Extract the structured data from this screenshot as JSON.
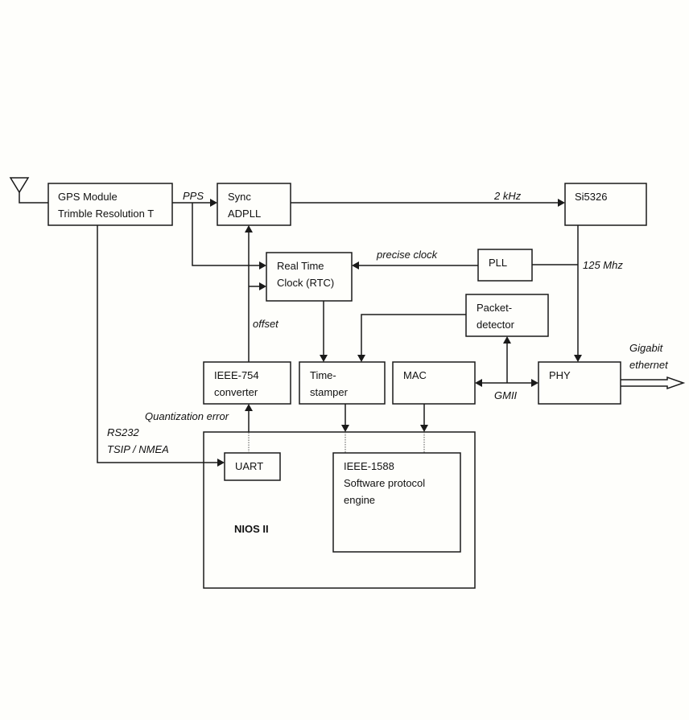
{
  "diagram": {
    "blocks": {
      "gps": {
        "line1": "GPS Module",
        "line2": "Trimble Resolution T"
      },
      "adpll": {
        "line1": "Sync",
        "line2": "ADPLL"
      },
      "si5326": {
        "line1": "Si5326"
      },
      "rtc": {
        "line1": "Real Time",
        "line2": "Clock (RTC)"
      },
      "pll": {
        "line1": "PLL"
      },
      "packet_detector": {
        "line1": "Packet-",
        "line2": "detector"
      },
      "ieee754": {
        "line1": "IEEE-754",
        "line2": "converter"
      },
      "timestamper": {
        "line1": "Time-",
        "line2": "stamper"
      },
      "mac": {
        "line1": "MAC"
      },
      "phy": {
        "line1": "PHY"
      },
      "nios": {
        "line1": "NIOS II"
      },
      "uart": {
        "line1": "UART"
      },
      "ieee1588": {
        "line1": "IEEE-1588",
        "line2": "Software protocol",
        "line3": "engine"
      }
    },
    "signals": {
      "pps": "PPS",
      "khz": "2 kHz",
      "precise_clock": "precise clock",
      "mhz": "125 Mhz",
      "offset": "offset",
      "quantization": "Quantization error",
      "rs232": "RS232",
      "tsip": "TSIP / NMEA",
      "gmii": "GMII",
      "gigabit": "Gigabit",
      "ethernet": "ethernet"
    },
    "icons": {
      "antenna": "antenna-icon"
    }
  }
}
